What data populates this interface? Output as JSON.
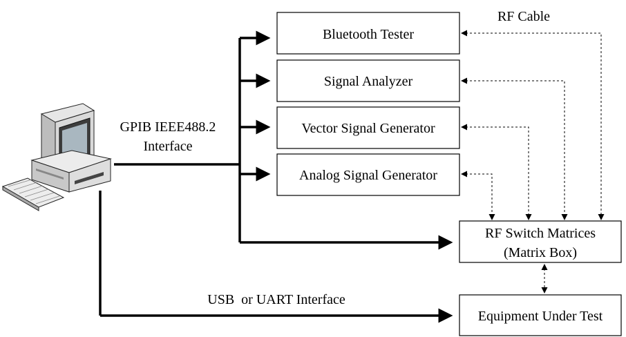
{
  "nodes": {
    "bluetooth_tester": "Bluetooth Tester",
    "signal_analyzer": "Signal Analyzer",
    "vector_signal_generator": "Vector Signal Generator",
    "analog_signal_generator": "Analog Signal Generator",
    "rf_switch_line1": "RF Switch Matrices",
    "rf_switch_line2": "(Matrix Box)",
    "equipment_under_test": "Equipment Under Test"
  },
  "labels": {
    "rf_cable": "RF Cable",
    "gpib_line1": "GPIB IEEE488.2",
    "gpib_line2": "Interface",
    "usb_uart": "USB  or UART Interface"
  },
  "icons": {
    "computer": "desktop-computer-icon"
  },
  "colors": {
    "stroke": "#000000",
    "background": "#ffffff"
  }
}
